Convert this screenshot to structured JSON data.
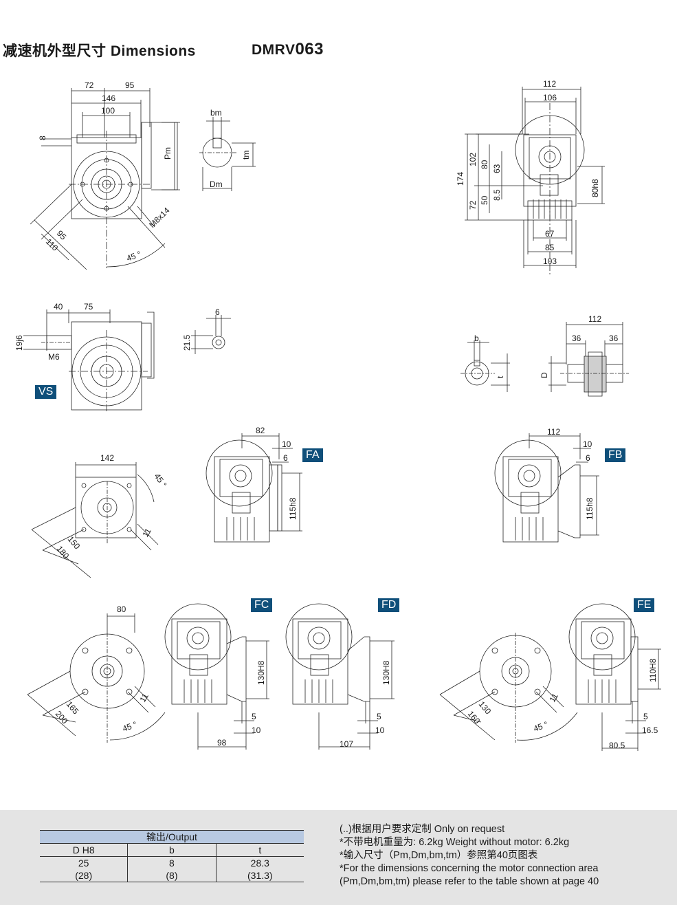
{
  "header": {
    "title": "减速机外型尺寸 Dimensions",
    "model_prefix": "DMRV",
    "model_number": "063"
  },
  "tags": {
    "vs": "VS",
    "fa": "FA",
    "fb": "FB",
    "fc": "FC",
    "fd": "FD",
    "fe": "FE"
  },
  "dims": {
    "d72": "72",
    "d95": "95",
    "d146": "146",
    "d100": "100",
    "d8": "8",
    "pm": "Pm",
    "bm": "bm",
    "tm": "tm",
    "dm": "Dm",
    "d95b": "95",
    "d110": "110",
    "m8x14": "M8x14",
    "a45": "45 °",
    "d112": "112",
    "d106": "106",
    "d174": "174",
    "d102": "102",
    "d80": "80",
    "d63": "63",
    "d72b": "72",
    "d50": "50",
    "d8_5": "8.5",
    "d80h8": "80h8",
    "d67": "67",
    "d85": "85",
    "d103": "103",
    "d40": "40",
    "d75": "75",
    "d19j6": "19j6",
    "m6": "M6",
    "d6": "6",
    "d21_5": "21.5",
    "b": "b",
    "t": "t",
    "D": "D",
    "d112b": "112",
    "d36a": "36",
    "d36b": "36",
    "d142": "142",
    "a45b": "45 °",
    "d11": "11",
    "d150": "150",
    "d180": "180",
    "d82": "82",
    "d10a": "10",
    "d6a": "6",
    "d115h8a": "115h8",
    "d112c": "112",
    "d10b": "10",
    "d6b": "6",
    "d115h8b": "115h8",
    "d80c": "80",
    "d11c": "11",
    "d165": "165",
    "d200": "200",
    "a45c": "45 °",
    "d130h8a": "130H8",
    "d5a": "5",
    "d10c": "10",
    "d98": "98",
    "d130h8b": "130H8",
    "d5b": "5",
    "d10d": "10",
    "d107": "107",
    "d11e": "11",
    "d130": "130",
    "d160": "160",
    "a45e": "45 °",
    "d110h8": "110H8",
    "d5c": "5",
    "d16_5": "16.5",
    "d80_5": "80.5"
  },
  "output_table": {
    "title": "输出/Output",
    "columns": [
      "D  H8",
      "b",
      "t"
    ],
    "rows": [
      [
        "25",
        "8",
        "28.3"
      ],
      [
        "(28)",
        "(8)",
        "(31.3)"
      ]
    ]
  },
  "notes": [
    "(..)根据用户要求定制   Only on request",
    "*不带电机重量为: 6.2kg   Weight without motor: 6.2kg",
    "*输入尺寸（Pm,Dm,bm,tm）参照第40页图表",
    "*For the dimensions concerning the motor connection area",
    "(Pm,Dm,bm,tm) please refer to the table shown at page 40"
  ]
}
